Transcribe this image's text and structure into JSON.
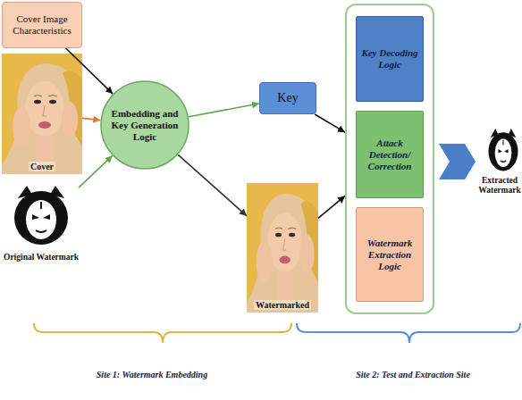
{
  "diagram": {
    "nodes": [
      {
        "text": [
          "Cover Image Characteristics"
        ]
      },
      {
        "text": [
          "Cover"
        ]
      },
      {
        "text": [
          "Original Watermark"
        ]
      },
      {
        "text": [
          "Embedding and Key Generation Logic"
        ]
      },
      {
        "text": [
          "Key"
        ]
      },
      {
        "text": [
          "Watermarked"
        ]
      },
      {
        "text": []
      },
      {
        "text": [
          "Key Decoding Logic"
        ],
        "in": 6
      },
      {
        "text": [
          "Attack Detection/ Correction"
        ],
        "in": 6
      },
      {
        "text": [
          "Watermark Extraction Logic"
        ],
        "in": 6
      },
      {
        "text": [
          "Extracted Watermark"
        ]
      }
    ],
    "edges": [
      {
        "from": 0,
        "to": 3,
        "arrow": "to"
      },
      {
        "from": 1,
        "to": 3,
        "arrow": "to"
      },
      {
        "from": 2,
        "to": 3,
        "arrow": "to"
      },
      {
        "from": 3,
        "to": 4,
        "arrow": "to"
      },
      {
        "from": 3,
        "to": 5,
        "arrow": "to"
      },
      {
        "from": 4,
        "to": 6,
        "arrow": "to"
      },
      {
        "from": 5,
        "to": 6,
        "arrow": "to"
      },
      {
        "from": 6,
        "to": 10,
        "arrow": "to"
      }
    ],
    "labels": [
      "Site 1: Watermark Embedding",
      "Site 2: Test and Extraction Site"
    ]
  }
}
